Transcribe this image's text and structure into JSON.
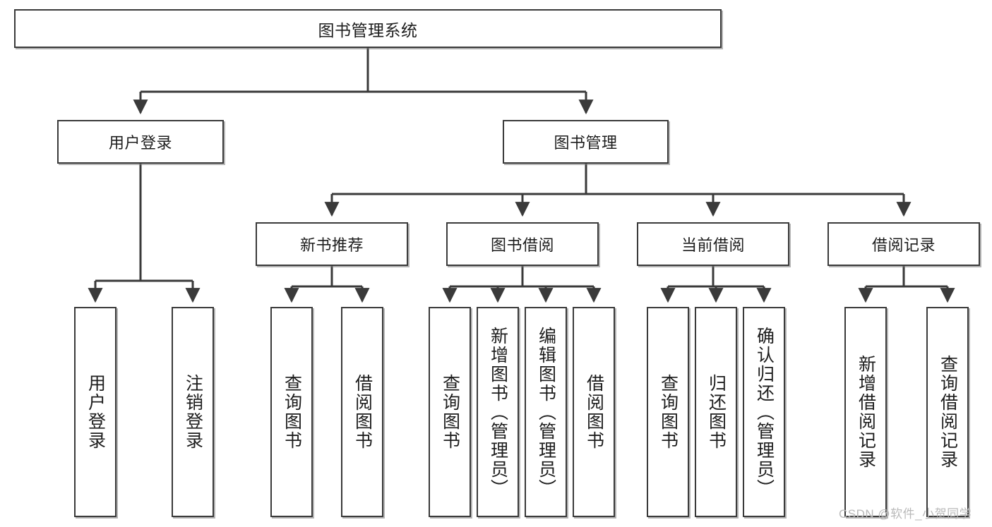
{
  "diagram": {
    "title": "图书管理系统",
    "type": "tree",
    "root": {
      "id": "root",
      "label": "图书管理系统"
    },
    "level1": [
      {
        "id": "user-login",
        "label": "用户登录"
      },
      {
        "id": "book-manage",
        "label": "图书管理"
      }
    ],
    "level2": [
      {
        "id": "new-book",
        "label": "新书推荐"
      },
      {
        "id": "borrow",
        "label": "图书借阅"
      },
      {
        "id": "current",
        "label": "当前借阅"
      },
      {
        "id": "record",
        "label": "借阅记录"
      }
    ],
    "leaves": {
      "user_login": [
        {
          "id": "leaf-user-login",
          "label": "用户登录"
        },
        {
          "id": "leaf-logout",
          "label": "注销登录"
        }
      ],
      "new_book": [
        {
          "id": "leaf-query-book-1",
          "label": "查询图书"
        },
        {
          "id": "leaf-borrow-book-1",
          "label": "借阅图书"
        }
      ],
      "borrow": [
        {
          "id": "leaf-query-book-2",
          "label": "查询图书"
        },
        {
          "id": "leaf-add-book",
          "label": "新增图书（管理员）"
        },
        {
          "id": "leaf-edit-book",
          "label": "编辑图书（管理员）"
        },
        {
          "id": "leaf-borrow-book-2",
          "label": "借阅图书"
        }
      ],
      "current": [
        {
          "id": "leaf-query-book-3",
          "label": "查询图书"
        },
        {
          "id": "leaf-return-book",
          "label": "归还图书"
        },
        {
          "id": "leaf-confirm-return",
          "label": "确认归还（管理员）"
        }
      ],
      "record": [
        {
          "id": "leaf-add-record",
          "label": "新增借阅记录"
        },
        {
          "id": "leaf-query-record",
          "label": "查询借阅记录"
        }
      ]
    },
    "watermark": "CSDN @软件_小贺同学",
    "colors": {
      "border": "#3a3a3a",
      "text": "#1d1d1d",
      "background": "#ffffff",
      "watermark": "#b9b9b9"
    }
  }
}
